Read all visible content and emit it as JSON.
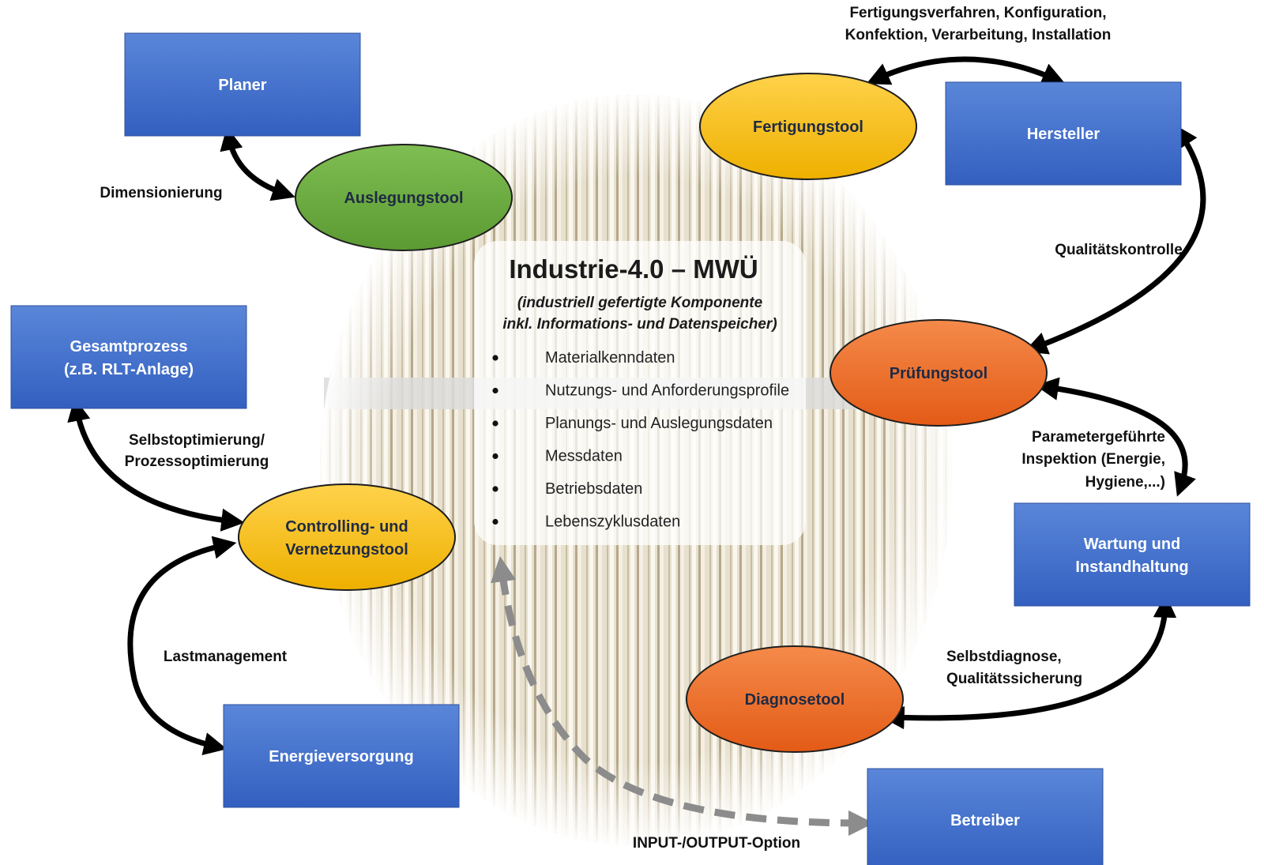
{
  "center": {
    "title": "Industrie-4.0 – MWÜ",
    "subtitle_line1": "(industriell gefertigte Komponente",
    "subtitle_line2": "inkl. Informations- und Datenspeicher)",
    "items": [
      "Materialkenndaten",
      "Nutzungs- und Anforderungsprofile",
      "Planungs- und Auslegungsdaten",
      "Messdaten",
      "Betriebsdaten",
      "Lebenszyklusdaten"
    ]
  },
  "boxes": {
    "planer": "Planer",
    "hersteller": "Hersteller",
    "gesamtprozess_line1": "Gesamtprozess",
    "gesamtprozess_line2": "(z.B. RLT-Anlage)",
    "wartung_line1": "Wartung und",
    "wartung_line2": "Instandhaltung",
    "energieversorgung": "Energieversorgung",
    "betreiber": "Betreiber"
  },
  "tools": {
    "auslegungstool": "Auslegungstool",
    "fertigungstool": "Fertigungstool",
    "pruefungstool": "Prüfungstool",
    "controlling_line1": "Controlling- und",
    "controlling_line2": "Vernetzungstool",
    "diagnosetool": "Diagnosetool"
  },
  "labels": {
    "fertigung_line1": "Fertigungsverfahren, Konfiguration,",
    "fertigung_line2": "Konfektion, Verarbeitung, Installation",
    "dimensionierung": "Dimensionierung",
    "qualitaetskontrolle": "Qualitätskontrolle",
    "selbstopt_line1": "Selbstoptimierung/",
    "selbstopt_line2": "Prozessoptimierung",
    "parameter_line1": "Parametergeführte",
    "parameter_line2": "Inspektion (Energie,",
    "parameter_line3": "Hygiene,...)",
    "lastmanagement": "Lastmanagement",
    "selbstdiag_line1": "Selbstdiagnose,",
    "selbstdiag_line2": "Qualitätssicherung",
    "io_option": "INPUT-/OUTPUT-Option"
  },
  "colors": {
    "box_blue": "#3f6ecb",
    "tool_green": "#6aab3f",
    "tool_yellow": "#f5bd07",
    "tool_orange": "#ea6a26",
    "dashed_arrow": "#8c8c8c"
  }
}
